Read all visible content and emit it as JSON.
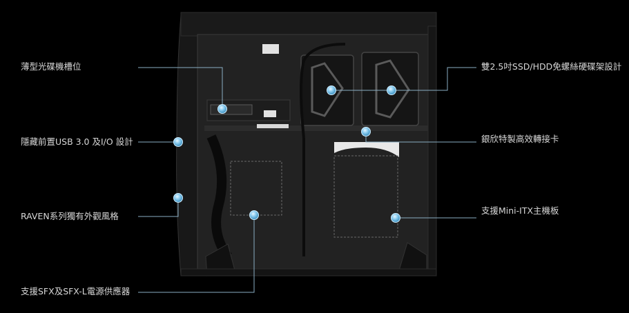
{
  "callouts": {
    "left": [
      {
        "label": "薄型光碟機槽位"
      },
      {
        "label": "隱藏前置USB 3.0 及I/O 設計"
      },
      {
        "label": "RAVEN系列獨有外觀風格"
      },
      {
        "label": "支援SFX及SFX-L電源供應器"
      }
    ],
    "right": [
      {
        "label": "雙2.5吋SSD/HDD免螺絲硬碟架設計"
      },
      {
        "label": "銀欣特製高效轉接卡"
      },
      {
        "label": "支援Mini-ITX主機板"
      }
    ]
  },
  "colors": {
    "background": "#000000",
    "text": "#d8d8d8",
    "leader_line": "#8aaec4",
    "hotspot": "#7fc3e8",
    "case_body": "#1c1c1c",
    "panel": "#232323"
  },
  "icons": {
    "hotspot": "hotspot-dot-icon"
  }
}
